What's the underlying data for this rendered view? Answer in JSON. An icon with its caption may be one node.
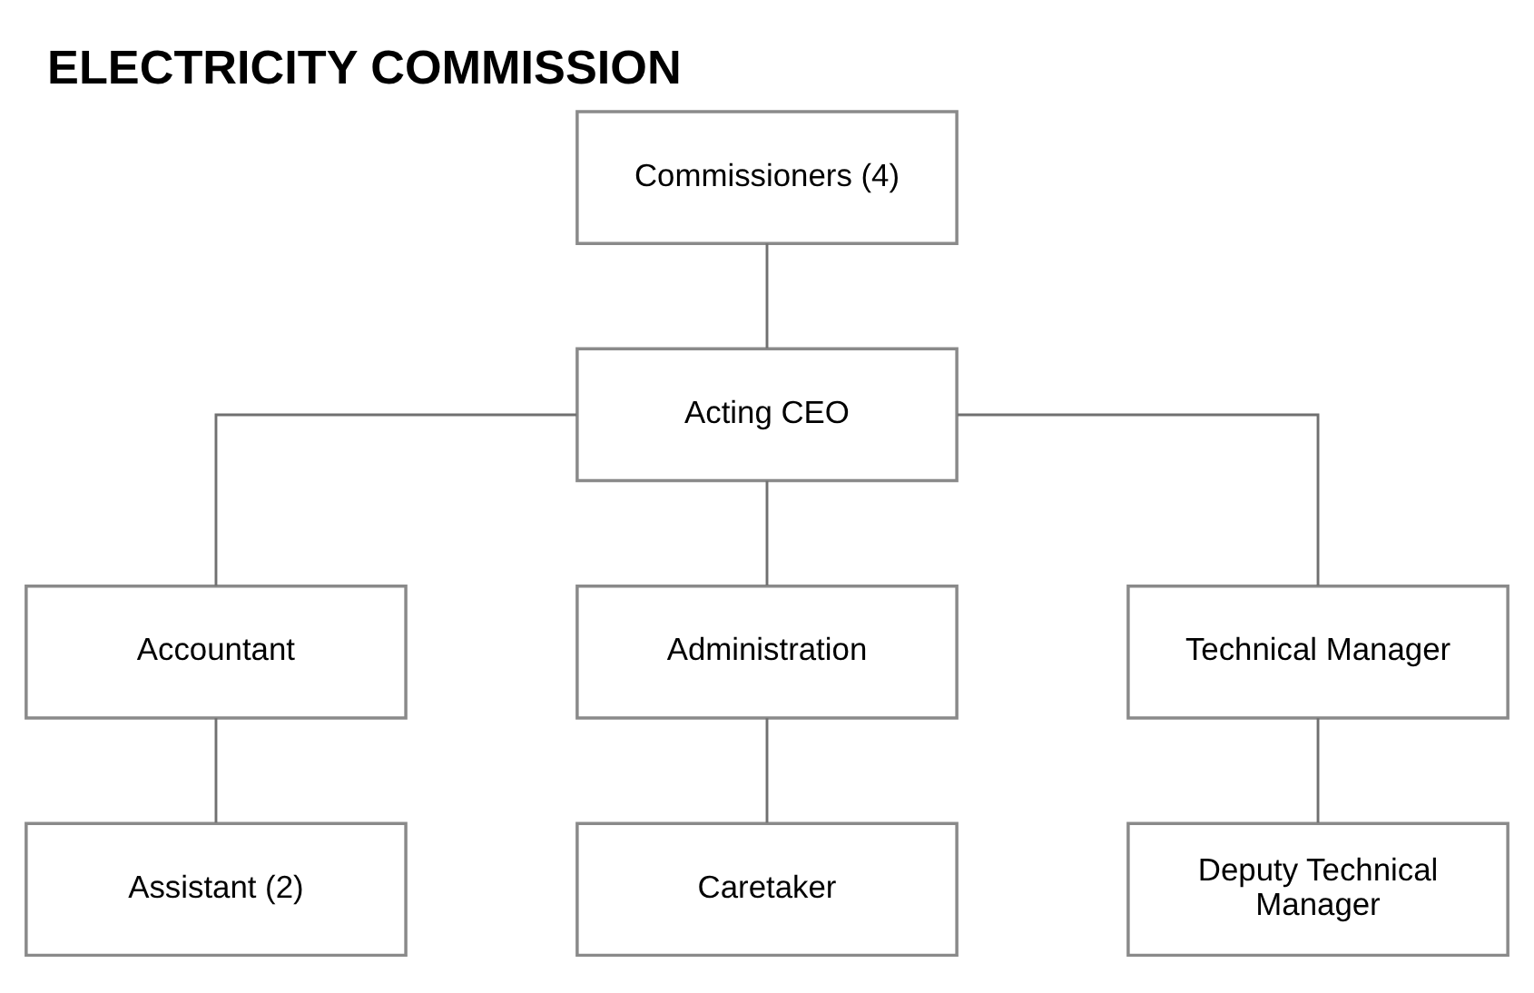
{
  "diagram": {
    "title": "ELECTRICITY COMMISSION",
    "nodes": [
      {
        "text": [
          "Commissioners (4)"
        ]
      },
      {
        "text": [
          "Acting CEO"
        ]
      },
      {
        "text": [
          "Accountant"
        ]
      },
      {
        "text": [
          "Administration"
        ]
      },
      {
        "text": [
          "Technical Manager"
        ]
      },
      {
        "text": [
          "Assistant (2)"
        ]
      },
      {
        "text": [
          "Caretaker"
        ]
      },
      {
        "text": [
          "Deputy Technical Manager"
        ]
      }
    ],
    "edges": [
      {
        "from": 0,
        "to": 1,
        "arrow": "none"
      },
      {
        "from": 1,
        "to": 2,
        "arrow": "none"
      },
      {
        "from": 1,
        "to": 3,
        "arrow": "none"
      },
      {
        "from": 1,
        "to": 4,
        "arrow": "none"
      },
      {
        "from": 2,
        "to": 5,
        "arrow": "none"
      },
      {
        "from": 3,
        "to": 6,
        "arrow": "none"
      },
      {
        "from": 4,
        "to": 7,
        "arrow": "none"
      }
    ]
  }
}
